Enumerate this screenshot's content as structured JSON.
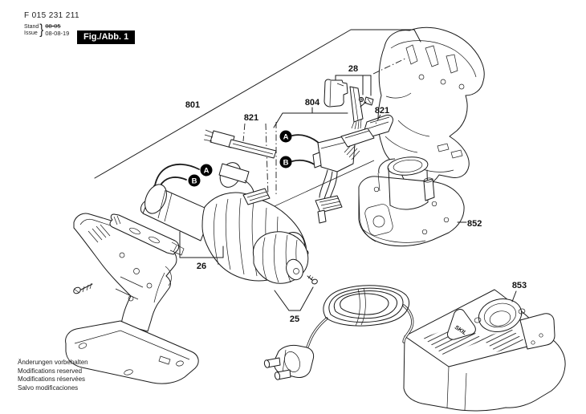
{
  "header": {
    "part_number": "F 015 231 211",
    "stand_label": "Stand",
    "issue_label": "Issue",
    "superseded_date": "08-05",
    "issue_date": "08-08-19",
    "figure_label": "Fig./Abb. 1"
  },
  "footer": {
    "lines": [
      "Änderungen vorbehalten",
      "Modifications reserved",
      "Modifications réservées",
      "Salvo modificaciones"
    ]
  },
  "callouts": {
    "c801": "801",
    "c28": "28",
    "c804": "804",
    "c821_left": "821",
    "c821_right": "821",
    "c852": "852",
    "c853": "853",
    "c26": "26",
    "c25": "25"
  },
  "markers": {
    "a": "A",
    "b": "B"
  },
  "brand": "SKIL",
  "colors": {
    "line": "#1a1a1a",
    "background": "#ffffff",
    "figure_box_bg": "#000000",
    "figure_box_text": "#ffffff",
    "marker_bg": "#000000",
    "marker_text": "#ffffff"
  }
}
